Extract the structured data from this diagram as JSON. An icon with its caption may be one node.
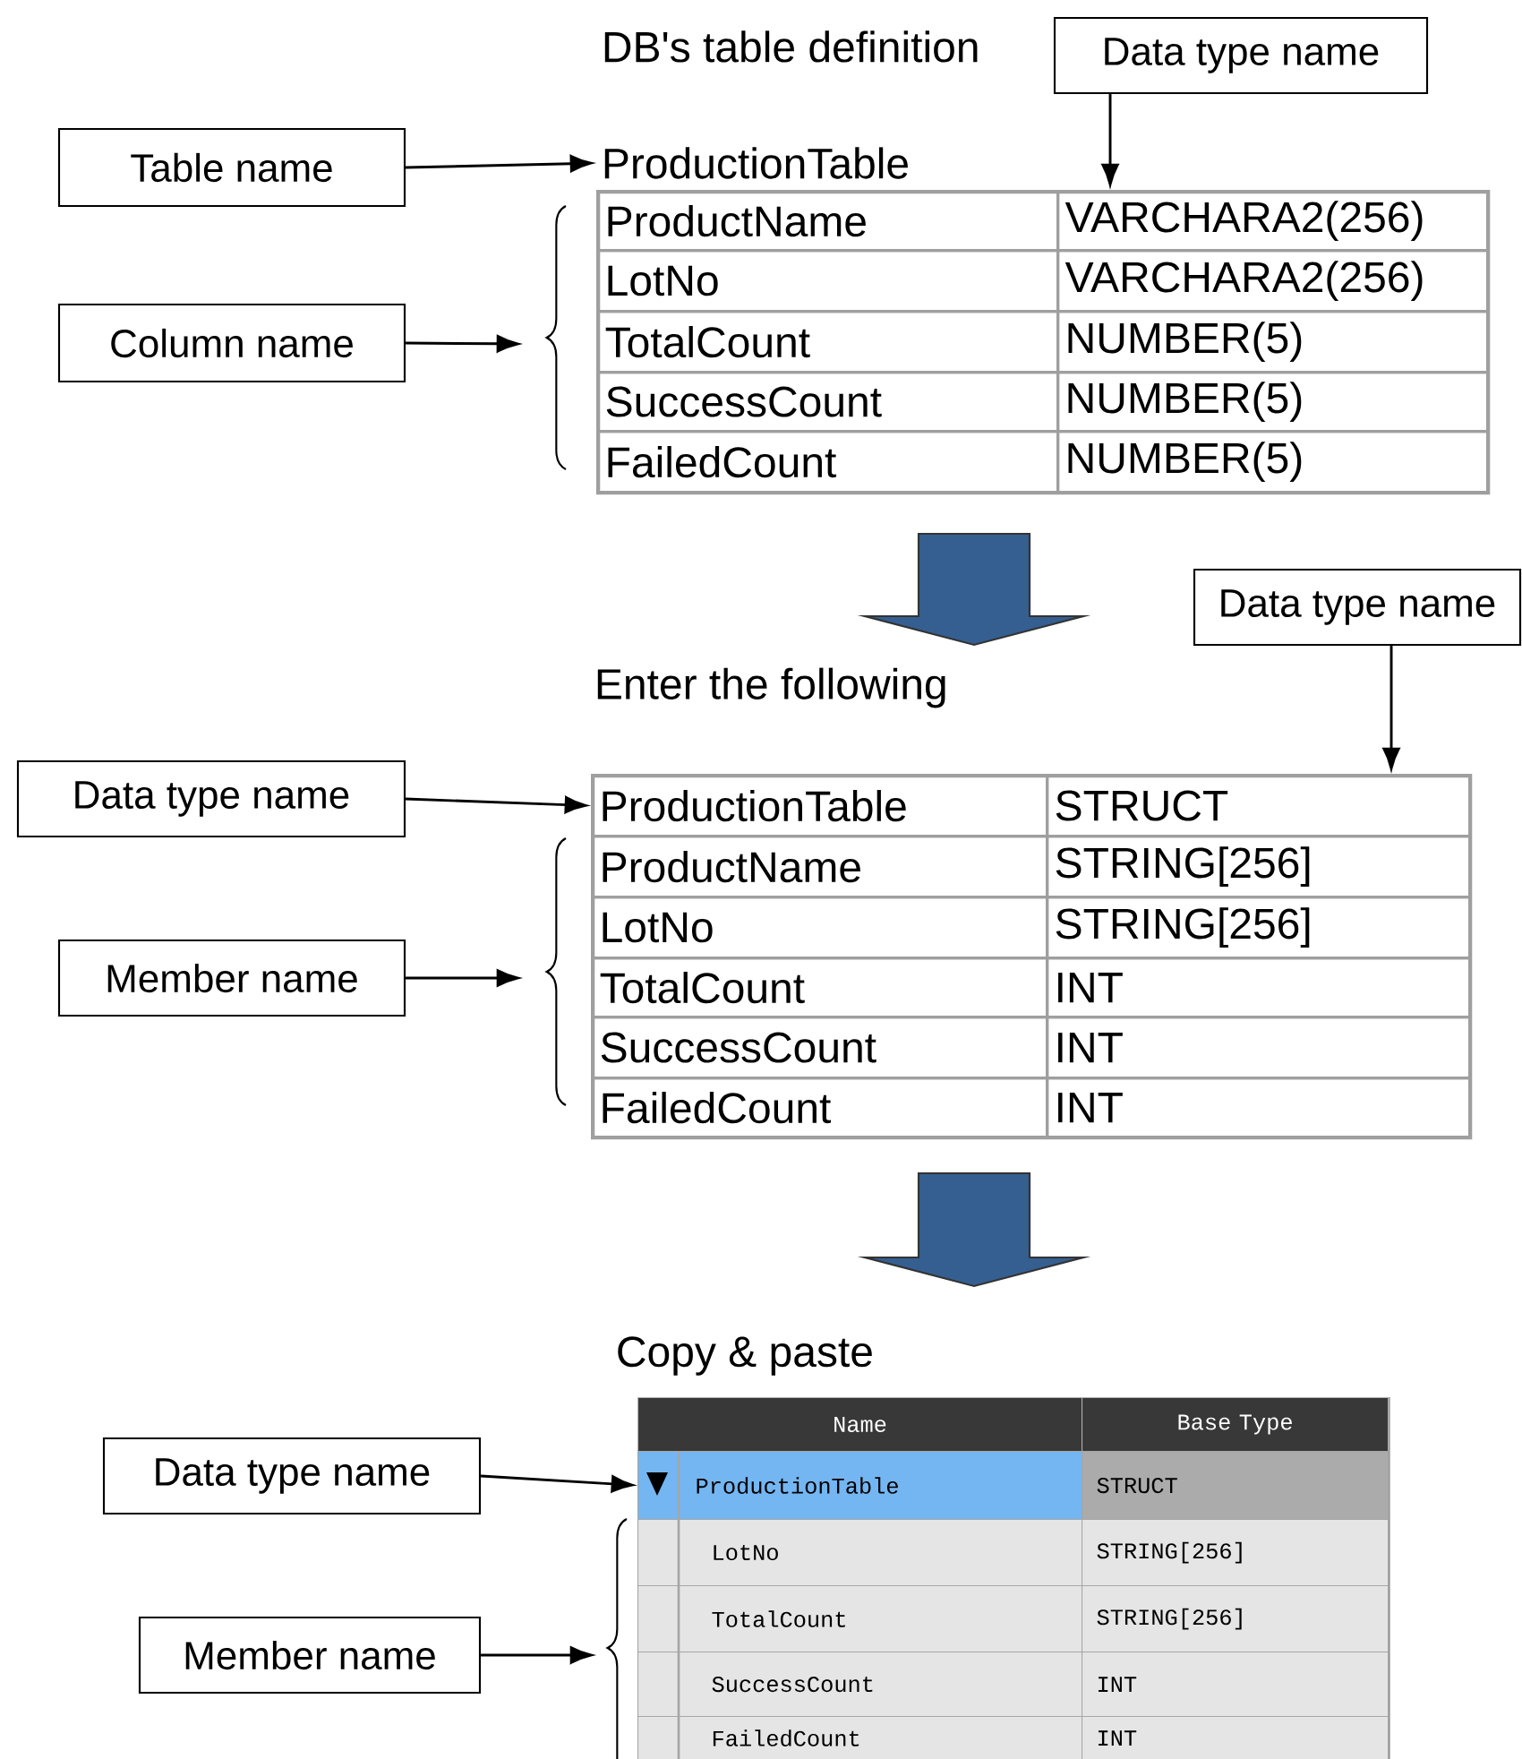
{
  "diagram": {
    "nodes": [
      {
        "text": [
          "Table name"
        ]
      },
      {
        "text": [
          "Data type name"
        ]
      },
      {
        "text": [
          "ProductionTable"
        ]
      },
      {
        "text": [],
        "shape": "box"
      },
      {
        "text": [
          "ProductName"
        ],
        "in": 3
      },
      {
        "text": [
          "VARCHARA2(256)"
        ],
        "in": 3
      },
      {
        "text": [
          "LotNo"
        ],
        "in": 3
      },
      {
        "text": [
          "VARCHARA2(256)"
        ],
        "in": 3
      },
      {
        "text": [
          "TotalCount"
        ],
        "in": 3
      },
      {
        "text": [
          "NUMBER(5)"
        ],
        "in": 3
      },
      {
        "text": [
          "SuccessCount"
        ],
        "in": 3
      },
      {
        "text": [
          "NUMBER(5)"
        ],
        "in": 3
      },
      {
        "text": [
          "FailedCount"
        ],
        "in": 3
      },
      {
        "text": [
          "NUMBER(5)"
        ],
        "in": 3
      },
      {
        "text": [
          "Column name"
        ]
      },
      {
        "text": [
          "Data type name"
        ]
      },
      {
        "text": [
          "Data type name"
        ]
      },
      {
        "text": [],
        "shape": "box"
      },
      {
        "text": [
          "ProductionTable"
        ],
        "in": 17
      },
      {
        "text": [
          "STRUCT"
        ],
        "in": 17
      },
      {
        "text": [
          "ProductName"
        ],
        "in": 17
      },
      {
        "text": [
          "STRING[256]"
        ],
        "in": 17
      },
      {
        "text": [
          "LotNo"
        ],
        "in": 17
      },
      {
        "text": [
          "STRING[256]"
        ],
        "in": 17
      },
      {
        "text": [
          "TotalCount"
        ],
        "in": 17
      },
      {
        "text": [
          "INT"
        ],
        "in": 17
      },
      {
        "text": [
          "SuccessCount"
        ],
        "in": 17
      },
      {
        "text": [
          "INT"
        ],
        "in": 17
      },
      {
        "text": [
          "FailedCount"
        ],
        "in": 17
      },
      {
        "text": [
          "INT"
        ],
        "in": 17
      },
      {
        "text": [
          "Member name"
        ]
      },
      {
        "text": [
          "Data type name"
        ]
      },
      {
        "text": [],
        "shape": "box"
      },
      {
        "text": [
          "Name"
        ],
        "in": 32
      },
      {
        "text": [
          "Base Type"
        ],
        "in": 32
      },
      {
        "text": [
          "ProductionTable"
        ],
        "in": 32
      },
      {
        "text": [
          "STRUCT"
        ],
        "in": 32
      },
      {
        "text": [
          "LotNo"
        ],
        "in": 32
      },
      {
        "text": [
          "STRING[256]"
        ],
        "in": 32
      },
      {
        "text": [
          "TotalCount"
        ],
        "in": 32
      },
      {
        "text": [
          "STRING[256]"
        ],
        "in": 32
      },
      {
        "text": [
          "SuccessCount"
        ],
        "in": 32
      },
      {
        "text": [
          "INT"
        ],
        "in": 32
      },
      {
        "text": [
          "FailedCount"
        ],
        "in": 32
      },
      {
        "text": [
          "INT"
        ],
        "in": 32
      },
      {
        "text": [
          "Member name"
        ]
      }
    ],
    "edges": [
      {
        "from": 0,
        "to": 2,
        "arrow": "to"
      },
      {
        "from": 1,
        "to": 5,
        "arrow": "to"
      },
      {
        "from": 14,
        "to": null,
        "arrow": "to"
      },
      {
        "from": 3,
        "to": 17,
        "arrow": "to",
        "style": "thick",
        "color": "#355f91"
      },
      {
        "from": 15,
        "to": 19,
        "arrow": "to"
      },
      {
        "from": 16,
        "to": 18,
        "arrow": "to"
      },
      {
        "from": 30,
        "to": null,
        "arrow": "to"
      },
      {
        "from": 17,
        "to": 32,
        "arrow": "to",
        "style": "thick",
        "color": "#355f91"
      },
      {
        "from": 31,
        "to": 35,
        "arrow": "to"
      },
      {
        "from": 45,
        "to": null,
        "arrow": "to"
      }
    ],
    "labels": [
      "DB's table definition",
      "Enter the following",
      "Copy & paste"
    ]
  }
}
